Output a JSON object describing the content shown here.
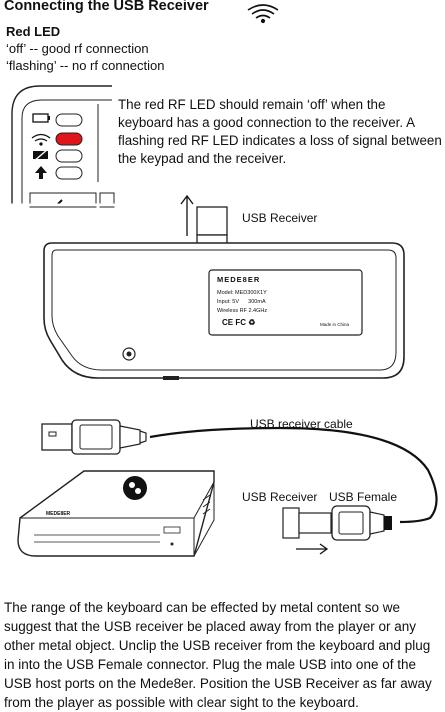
{
  "title": "Connecting the USB Receiver",
  "icons": [
    "wifi-icon",
    "battery-icon",
    "shift-arrow-icon"
  ],
  "led": {
    "heading": "Red LED",
    "off_line": "‘off’  -- good rf connection",
    "flash_line": "‘flashing’ -- no rf connection"
  },
  "note": "The red RF LED should remain ‘off’ when the keyboard has a good connection to the receiver. A flashing red RF LED indicates a loss of signal between the keypad and the receiver.",
  "labels": {
    "usb_receiver_top": "USB Receiver",
    "cable": "USB receiver cable",
    "usb_receiver": "USB Receiver",
    "usb_female": "USB Female"
  },
  "device_label": {
    "brand": "MEDE8ER",
    "model": "Model: MED300X1Y",
    "input": "Input: 5V      300mA",
    "wireless": "Wireless RF 2.4GHz",
    "origin": "Made in China"
  },
  "player_label": "MEDE8ER",
  "colors": {
    "led_red": "#e0141b",
    "outline": "#222222"
  },
  "body": "The range of the keyboard can be effected by metal content so we suggest that the USB receiver be placed away from the player or any other metal object. Unclip the USB receiver from the keyboard and plug in into the USB Female connector. Plug the male USB into one of the USB host ports on the Mede8er. Position the USB Receiver as far away from the player as possible with clear sight to the keyboard."
}
